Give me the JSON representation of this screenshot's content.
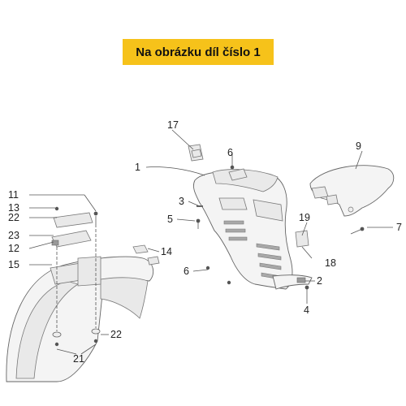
{
  "banner": {
    "text": "Na obrázku díl číslo 1"
  },
  "labels": {
    "p17": "17",
    "p6a": "6",
    "p9": "9",
    "p1": "1",
    "p3": "3",
    "p5": "5",
    "p19": "19",
    "p7": "7",
    "p18": "18",
    "p6b": "6",
    "p2": "2",
    "p4": "4",
    "p11": "11",
    "p13": "13",
    "p22a": "22",
    "p23": "23",
    "p12": "12",
    "p15": "15",
    "p14": "14",
    "p22b": "22",
    "p21": "21"
  }
}
